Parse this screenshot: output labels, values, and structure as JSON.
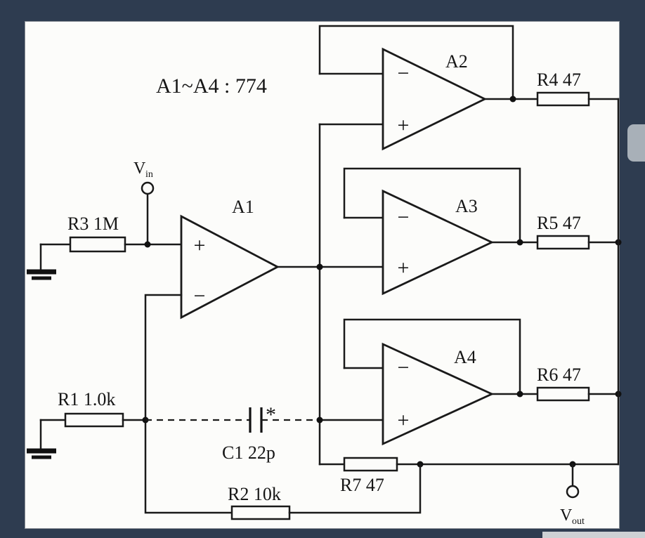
{
  "colors": {
    "background": "#2e3c50",
    "panel": "#fcfcfa",
    "ink": "#1a1a1a",
    "side_tab": "#a8b0b8",
    "bottom_strip": "#cdd1d4"
  },
  "schematic": {
    "labels": {
      "title": "A1~A4 : 774",
      "a1": "A1",
      "a2": "A2",
      "a3": "A3",
      "a4": "A4",
      "r1": "R1  1.0k",
      "r2": "R2  10k",
      "r3": "R3  1M",
      "r4": "R4  47",
      "r5": "R5  47",
      "r6": "R6  47",
      "r7": "R7  47",
      "c1": "C1  22p",
      "c1_note": "*",
      "plus": "+",
      "minus": "−",
      "vin_main": "V",
      "vin_sub": "in",
      "vout_main": "V",
      "vout_sub": "out"
    }
  }
}
